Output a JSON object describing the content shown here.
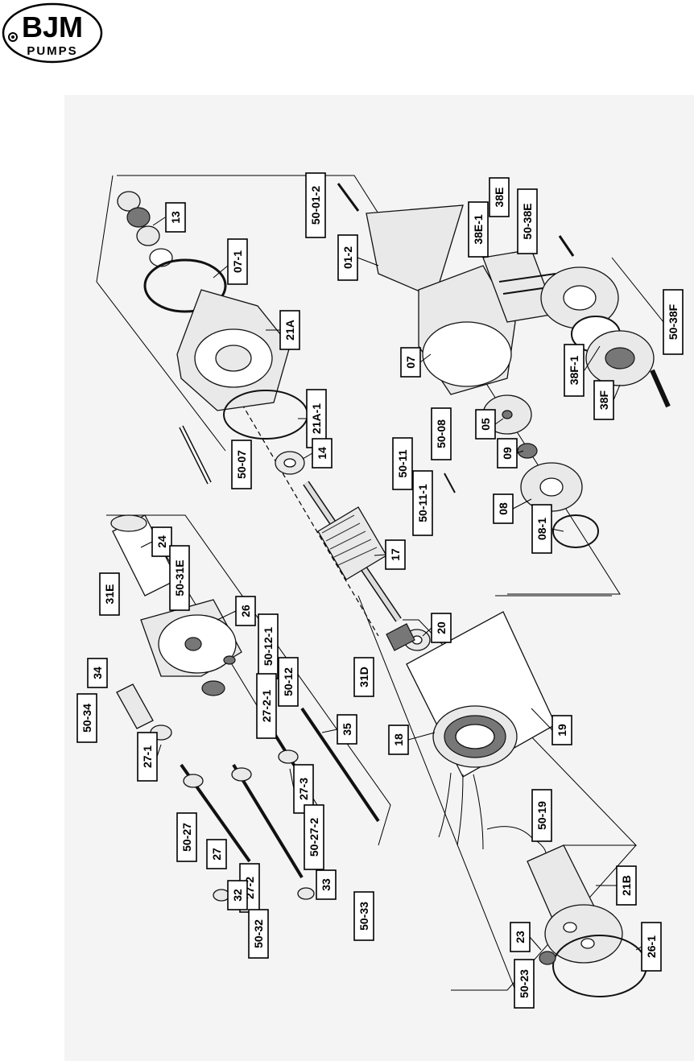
{
  "logo": {
    "line1": "BJM",
    "line2": "PUMPS"
  },
  "labels": {
    "l01_2": "01-2",
    "l05": "05",
    "l07": "07",
    "l07_1": "07-1",
    "l08": "08",
    "l08_1": "08-1",
    "l09": "09",
    "l13": "13",
    "l14": "14",
    "l17": "17",
    "l18": "18",
    "l19": "19",
    "l20": "20",
    "l21A": "21A",
    "l21A_1": "21A-1",
    "l21B": "21B",
    "l23": "23",
    "l24": "24",
    "l26": "26",
    "l26_1": "26-1",
    "l27": "27",
    "l27_1": "27-1",
    "l27_2": "27-2",
    "l27_2_1": "27-2-1",
    "l27_3": "27-3",
    "l31D": "31D",
    "l31E": "31E",
    "l32": "32",
    "l33": "33",
    "l34": "34",
    "l35": "35",
    "l38E": "38E",
    "l38E_1": "38E-1",
    "l38F": "38F",
    "l38F_1": "38F-1",
    "l50_01_2": "50-01-2",
    "l50_07": "50-07",
    "l50_08": "50-08",
    "l50_11": "50-11",
    "l50_11_1": "50-11-1",
    "l50_12": "50-12",
    "l50_12_1": "50-12-1",
    "l50_19": "50-19",
    "l50_23": "50-23",
    "l50_27": "50-27",
    "l50_27_2": "50-27-2",
    "l50_31E": "50-31E",
    "l50_32": "50-32",
    "l50_33": "50-33",
    "l50_34": "50-34",
    "l50_38E": "50-38E",
    "l50_38F": "50-38F"
  }
}
